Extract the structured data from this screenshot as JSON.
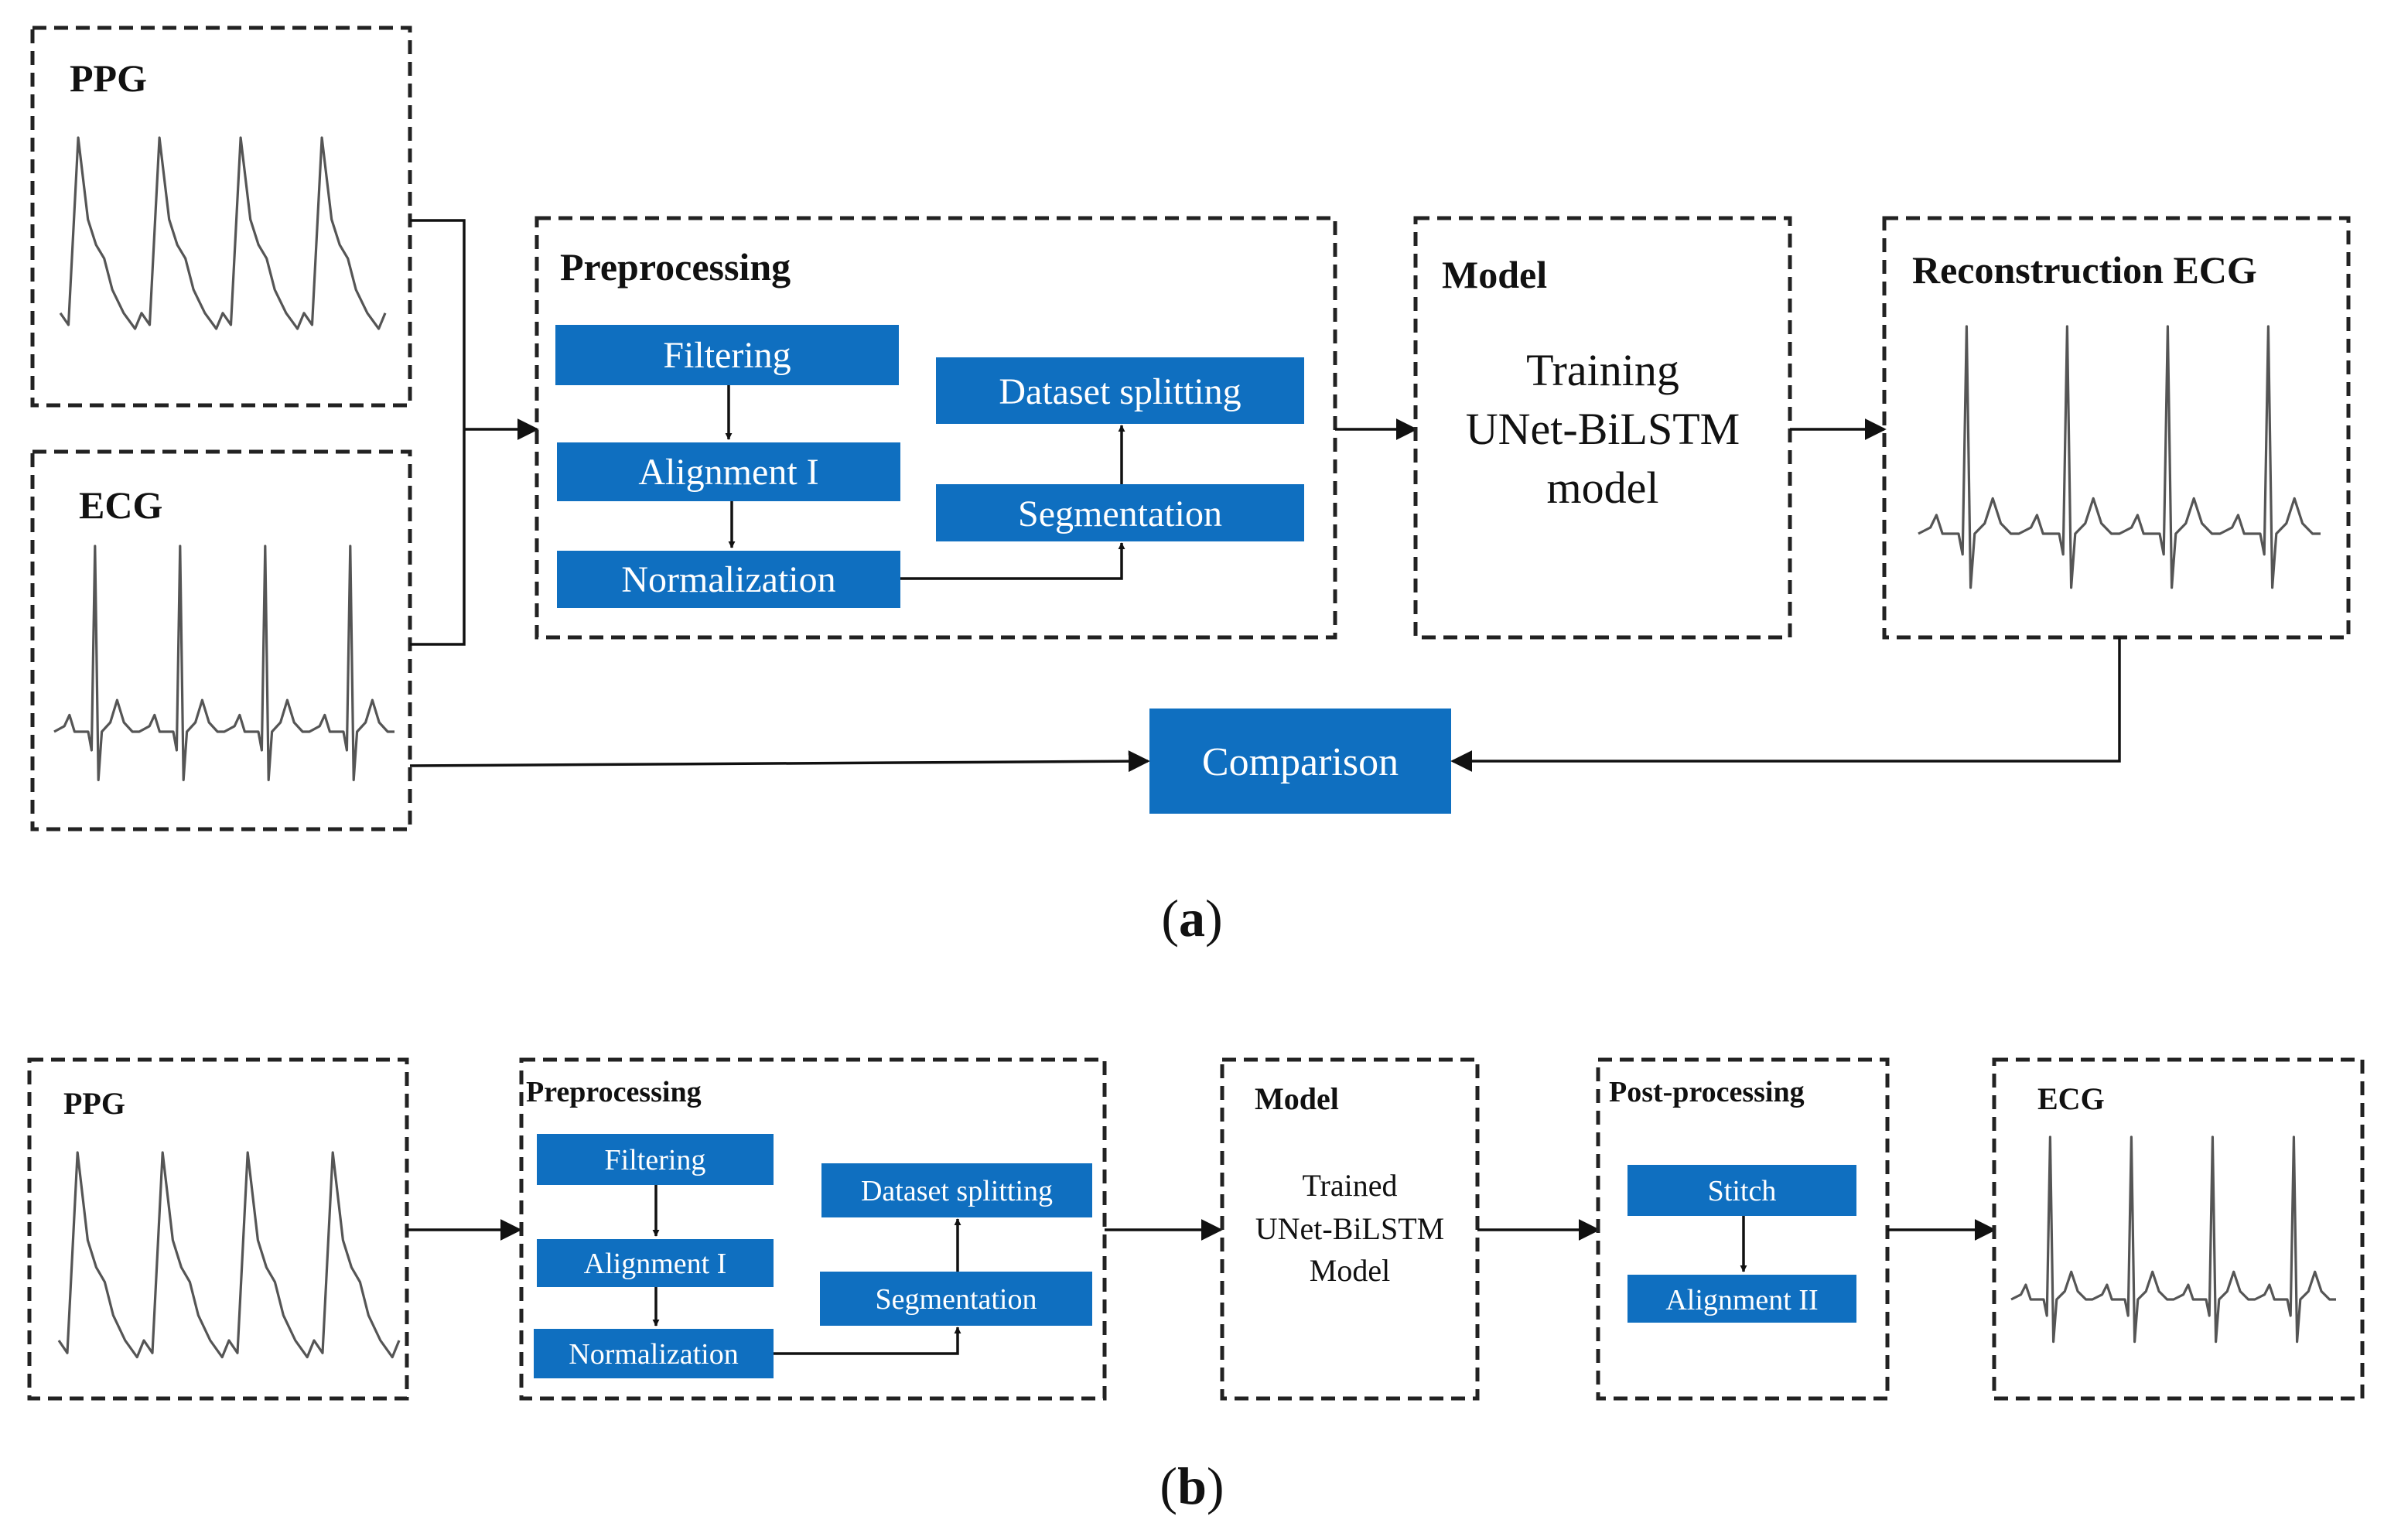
{
  "colors": {
    "block": "#0f6fc0",
    "block_text": "#ffffff",
    "line": "#111111",
    "wave": "#555555"
  },
  "panel_a": {
    "caption": {
      "open": "(",
      "letter": "a",
      "close": ")"
    },
    "ppg_label": "PPG",
    "ecg_label": "ECG",
    "preprocessing": {
      "title": "Preprocessing",
      "filtering": "Filtering",
      "alignment": "Alignment  I",
      "normalization": "Normalization",
      "dataset_splitting": "Dataset splitting",
      "segmentation": "Segmentation"
    },
    "model": {
      "title": "Model",
      "line1": "Training",
      "line2": "UNet-BiLSTM",
      "line3": "model"
    },
    "reconstruction_title": "Reconstruction  ECG",
    "comparison": "Comparison"
  },
  "panel_b": {
    "caption": {
      "open": "(",
      "letter": "b",
      "close": ")"
    },
    "ppg_label": "PPG",
    "preprocessing": {
      "title": "Preprocessing",
      "filtering": "Filtering",
      "alignment": "Alignment  I",
      "normalization": "Normalization",
      "dataset_splitting": "Dataset splitting",
      "segmentation": "Segmentation"
    },
    "model": {
      "title": "Model",
      "line1": "Trained",
      "line2": "UNet-BiLSTM",
      "line3": "Model"
    },
    "postprocessing": {
      "title": "Post-processing",
      "stitch": "Stitch",
      "alignment": "Alignment  II"
    },
    "ecg_label": "ECG"
  }
}
